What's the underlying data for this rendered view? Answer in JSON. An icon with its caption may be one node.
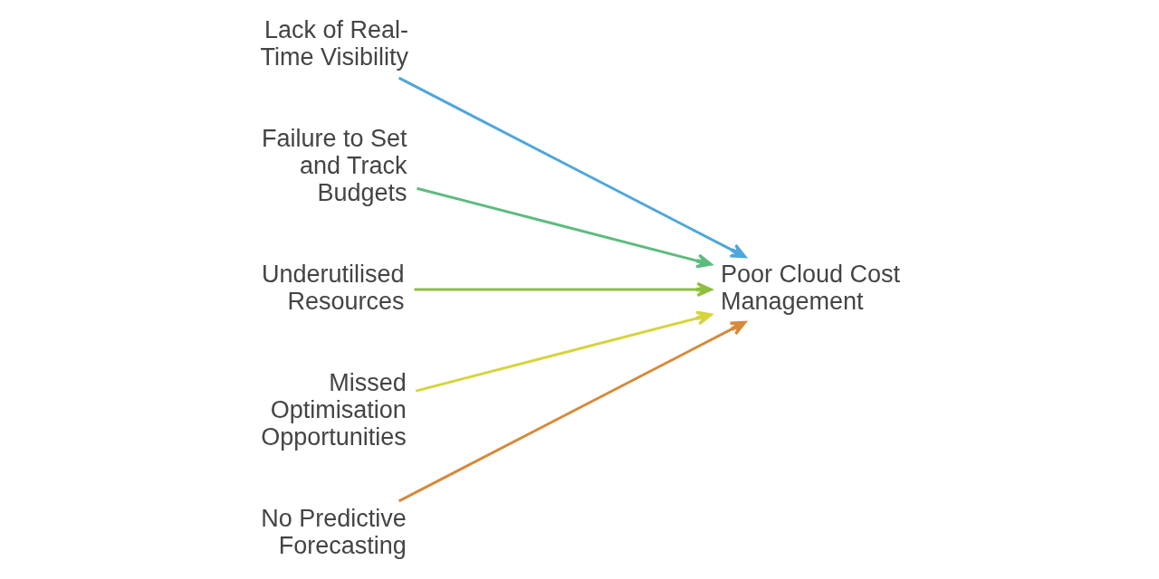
{
  "diagram": {
    "nodes": [
      {
        "text": [
          "Lack of Real-Time Visibility"
        ]
      },
      {
        "text": [
          "Failure to Set and Track Budgets"
        ]
      },
      {
        "text": [
          "Underutilised Resources"
        ]
      },
      {
        "text": [
          "Missed Optimisation Opportunities"
        ]
      },
      {
        "text": [
          "No Predictive Forecasting"
        ]
      },
      {
        "text": [
          "Poor Cloud Cost Management"
        ]
      }
    ],
    "edges": [
      {
        "from": 0,
        "to": 5,
        "arrow": "to",
        "color": "#4ea6dc"
      },
      {
        "from": 1,
        "to": 5,
        "arrow": "to",
        "color": "#5dbb7f"
      },
      {
        "from": 2,
        "to": 5,
        "arrow": "to",
        "color": "#8fbf3f"
      },
      {
        "from": 3,
        "to": 5,
        "arrow": "to",
        "color": "#d6d43c"
      },
      {
        "from": 4,
        "to": 5,
        "arrow": "to",
        "color": "#d68a3a"
      }
    ]
  }
}
